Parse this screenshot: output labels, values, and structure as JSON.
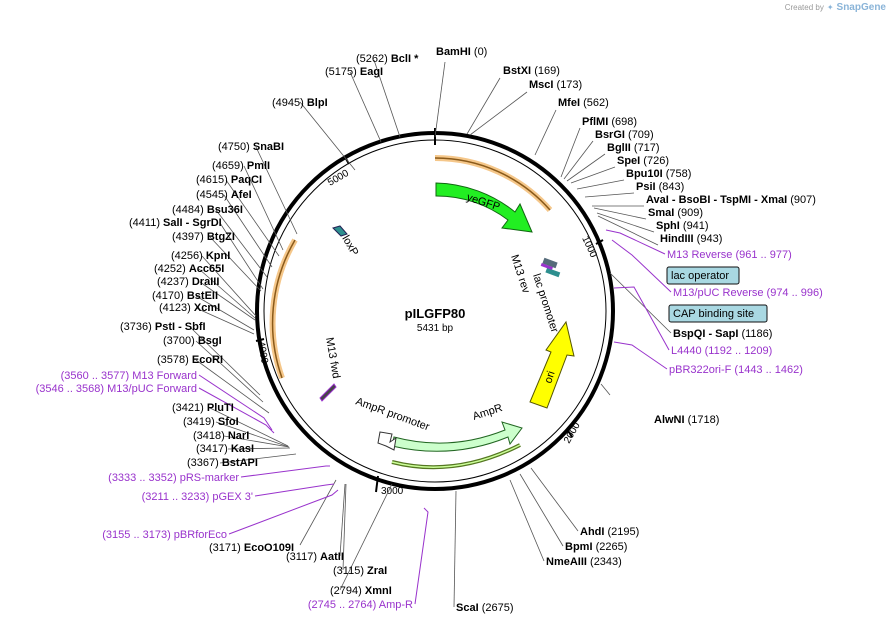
{
  "credit": {
    "text": "Created by",
    "brand": "SnapGene"
  },
  "plasmid": {
    "name": "pILGFP80",
    "size_label": "5431 bp"
  },
  "ticks": [
    "1000",
    "2000",
    "3000",
    "4000",
    "5000"
  ],
  "features": {
    "yegfp": "yeGFP",
    "ori": "ori",
    "ampr": "AmpR",
    "ampr_promoter": "AmpR promoter",
    "lac_promoter": "lac promoter",
    "m13_rev": "M13 rev",
    "m13_fwd": "M13 fwd",
    "loxp": "loxP"
  },
  "sites": [
    {
      "name": "BamHI",
      "pos": "(0)"
    },
    {
      "name": "BstXI",
      "pos": "(169)"
    },
    {
      "name": "MscI",
      "pos": "(173)"
    },
    {
      "name": "MfeI",
      "pos": "(562)"
    },
    {
      "name": "PflMI",
      "pos": "(698)"
    },
    {
      "name": "BsrGI",
      "pos": "(709)"
    },
    {
      "name": "BglII",
      "pos": "(717)"
    },
    {
      "name": "SpeI",
      "pos": "(726)"
    },
    {
      "name": "Bpu10I",
      "pos": "(758)"
    },
    {
      "name": "PsiI",
      "pos": "(843)"
    },
    {
      "name": "AvaI - BsoBI - TspMI - XmaI",
      "pos": "(907)"
    },
    {
      "name": "SmaI",
      "pos": "(909)"
    },
    {
      "name": "SphI",
      "pos": "(941)"
    },
    {
      "name": "HindIII",
      "pos": "(943)"
    },
    {
      "name": "BspQI - SapI",
      "pos": "(1186)"
    },
    {
      "name": "AlwNI",
      "pos": "(1718)"
    },
    {
      "name": "AhdI",
      "pos": "(2195)"
    },
    {
      "name": "BpmI",
      "pos": "(2265)"
    },
    {
      "name": "NmeAIII",
      "pos": "(2343)"
    },
    {
      "name": "ScaI",
      "pos": "(2675)"
    },
    {
      "name": "XmnI",
      "pos": "(2794)"
    },
    {
      "name": "ZraI",
      "pos": "(3115)"
    },
    {
      "name": "AatII",
      "pos": "(3117)"
    },
    {
      "name": "EcoO109I",
      "pos": "(3171)"
    },
    {
      "name": "BstAPI",
      "pos": "(3367)"
    },
    {
      "name": "KasI",
      "pos": "(3417)"
    },
    {
      "name": "NarI",
      "pos": "(3418)"
    },
    {
      "name": "SfoI",
      "pos": "(3419)"
    },
    {
      "name": "PluTI",
      "pos": "(3421)"
    },
    {
      "name": "EcoRI",
      "pos": "(3578)"
    },
    {
      "name": "BsgI",
      "pos": "(3700)"
    },
    {
      "name": "PstI - SbfI",
      "pos": "(3736)"
    },
    {
      "name": "XcmI",
      "pos": "(4123)"
    },
    {
      "name": "BstEII",
      "pos": "(4170)"
    },
    {
      "name": "DraIII",
      "pos": "(4237)"
    },
    {
      "name": "Acc65I",
      "pos": "(4252)"
    },
    {
      "name": "KpnI",
      "pos": "(4256)"
    },
    {
      "name": "BtgZI",
      "pos": "(4397)"
    },
    {
      "name": "SalI - SgrDI",
      "pos": "(4411)"
    },
    {
      "name": "Bsu36I",
      "pos": "(4484)"
    },
    {
      "name": "AfeI",
      "pos": "(4545)"
    },
    {
      "name": "PaqCI",
      "pos": "(4615)"
    },
    {
      "name": "PmlI",
      "pos": "(4659)"
    },
    {
      "name": "SnaBI",
      "pos": "(4750)"
    },
    {
      "name": "BlpI",
      "pos": "(4945)"
    },
    {
      "name": "EagI",
      "pos": "(5175)"
    },
    {
      "name": "BclI *",
      "pos": "(5262)"
    }
  ],
  "primers": [
    {
      "text": "M13 Reverse",
      "pos": "(961 .. 977)"
    },
    {
      "text": "M13/pUC Reverse",
      "pos": "(974 .. 996)"
    },
    {
      "text": "L4440",
      "pos": "(1192 .. 1209)"
    },
    {
      "text": "pBR322ori-F",
      "pos": "(1443 .. 1462)"
    },
    {
      "text": "M13 Forward",
      "pos": "(3560 .. 3577)"
    },
    {
      "text": "M13/pUC Forward",
      "pos": "(3546 .. 3568)"
    },
    {
      "text": "pRS-marker",
      "pos": "(3333 .. 3352)"
    },
    {
      "text": "pGEX 3'",
      "pos": "(3211 .. 3233)"
    },
    {
      "text": "pBRforEco",
      "pos": "(3155 .. 3173)"
    },
    {
      "text": "Amp-R",
      "pos": "(2745 .. 2764)"
    }
  ],
  "boxes": [
    "lac operator",
    "CAP binding site"
  ],
  "colors": {
    "yegfp": "#22ee22",
    "ori": "#ffff00",
    "ampr": "#ccffcc",
    "primer": "#9933cc",
    "orange_arc": "#f5c78a",
    "box": "#a9d8e2"
  }
}
